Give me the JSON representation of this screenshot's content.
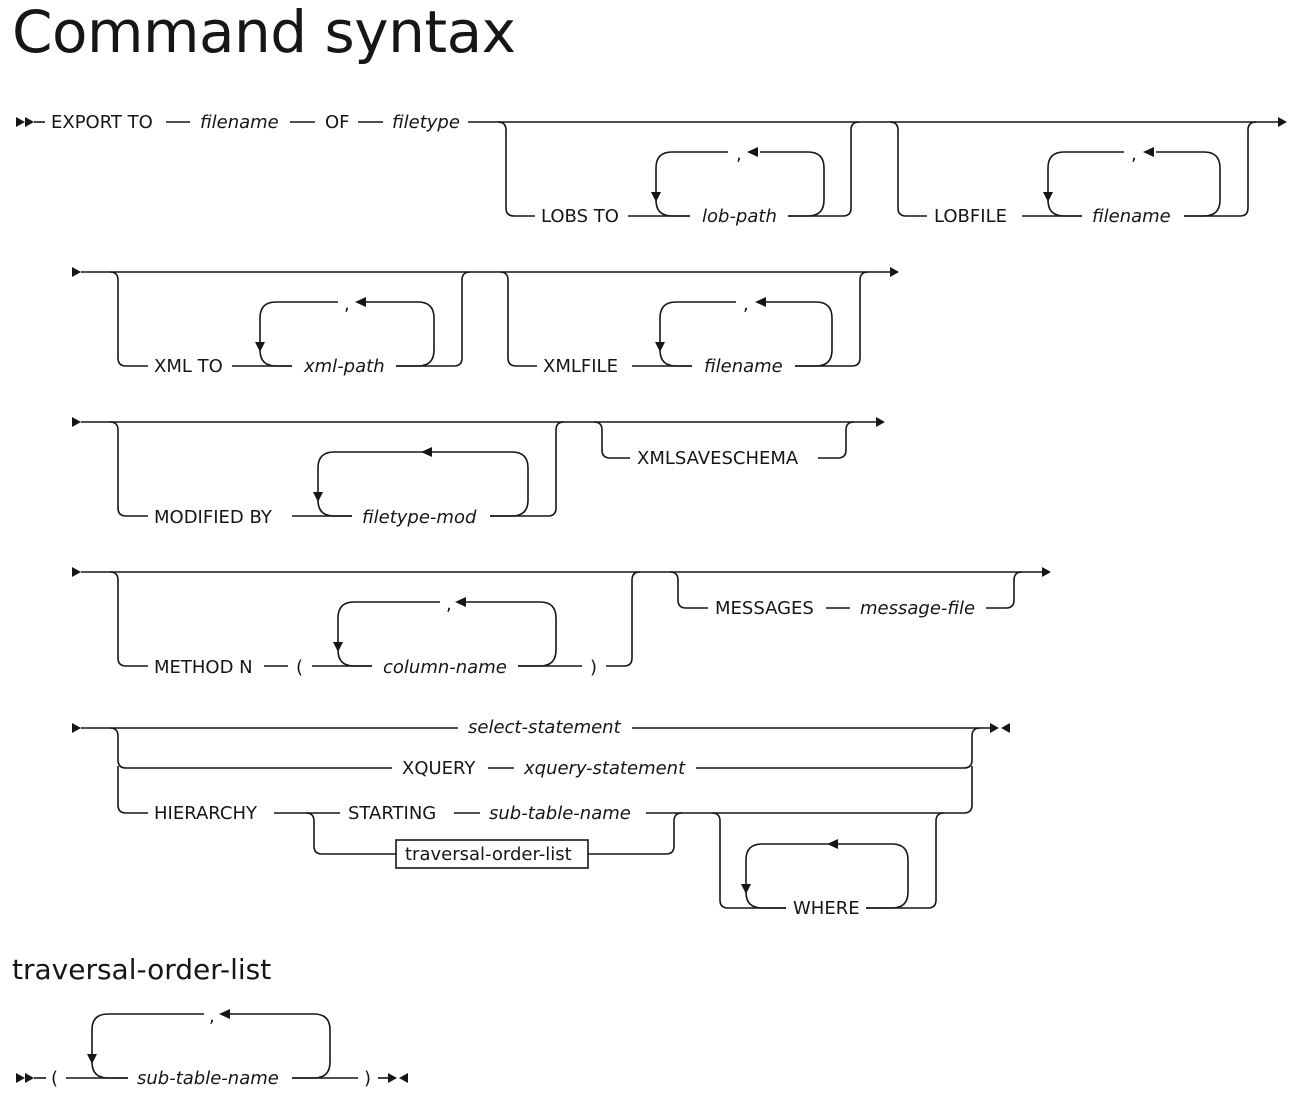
{
  "page": {
    "title": "Command syntax",
    "fragment_title": "traversal-order-list"
  },
  "diagram": {
    "row1": {
      "export_to": "EXPORT TO",
      "filename": "filename",
      "of": "OF",
      "filetype": "filetype",
      "lobs_to": "LOBS TO",
      "lob_path": "lob-path",
      "lobfile": "LOBFILE",
      "lobfile_name": "filename",
      "comma": ","
    },
    "row2": {
      "xml_to": "XML TO",
      "xml_path": "xml-path",
      "xmlfile": "XMLFILE",
      "xmlfile_name": "filename",
      "comma": ","
    },
    "row3": {
      "modified_by": "MODIFIED BY",
      "filetype_mod": "filetype-mod",
      "xmlsaveschema": "XMLSAVESCHEMA"
    },
    "row4": {
      "method_n": "METHOD N",
      "open_paren": "(",
      "column_name": "column-name",
      "close_paren": ")",
      "comma": ",",
      "messages": "MESSAGES",
      "message_file": "message-file"
    },
    "row5": {
      "select_statement": "select-statement",
      "xquery": "XQUERY",
      "xquery_statement": "xquery-statement",
      "hierarchy": "HIERARCHY",
      "starting": "STARTING",
      "sub_table_name": "sub-table-name",
      "traversal_order_list": "traversal-order-list",
      "where": "WHERE"
    },
    "fragment": {
      "open_paren": "(",
      "sub_table_name": "sub-table-name",
      "close_paren": ")",
      "comma": ","
    }
  }
}
